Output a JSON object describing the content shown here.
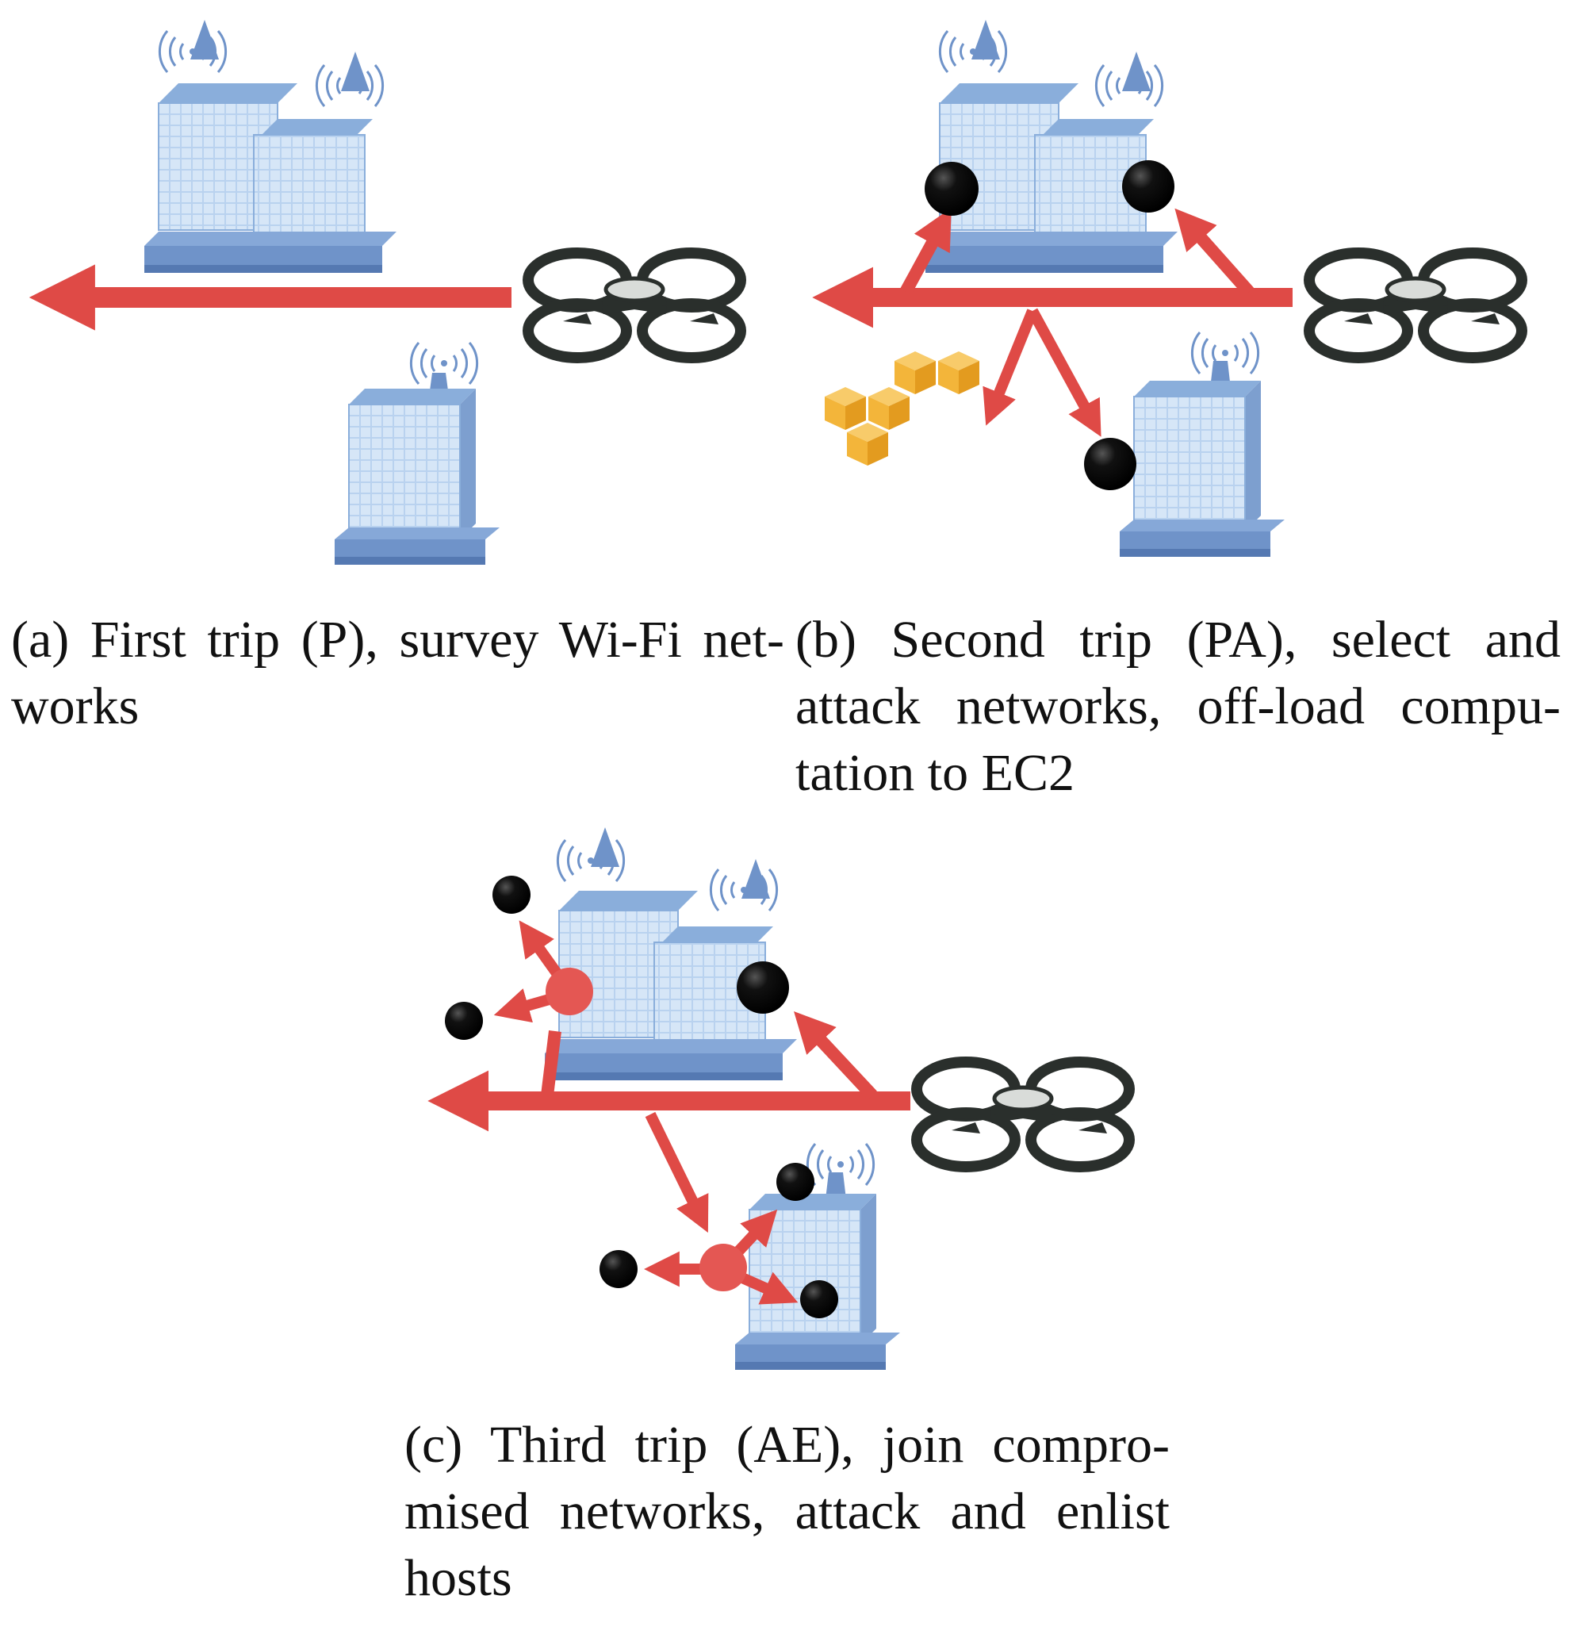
{
  "panels": [
    {
      "id": "a",
      "caption": "(a) First trip (P), survey Wi-Fi net- works"
    },
    {
      "id": "b",
      "caption": "(b) Second trip (PA), select and attack networks, off-load compu- tation to EC2"
    },
    {
      "id": "c",
      "caption": "(c) Third trip (AE), join compro- mised networks, attack and enlist hosts"
    }
  ],
  "colors": {
    "arrow": "#df4a46",
    "hub": "#e45753",
    "host": "#0d0d0d",
    "building": "#a9c6ea",
    "building_dark": "#6f93c9",
    "cloud_box": "#f3b53a",
    "drone": "#2a2f2c"
  }
}
